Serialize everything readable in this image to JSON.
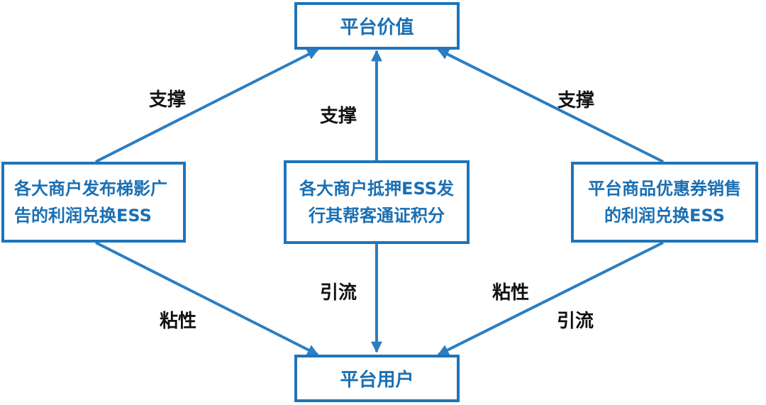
{
  "nodes": {
    "platform_value": "平台价值",
    "left_box": "各大商户发布梯影广告的利润兑换ESS",
    "middle_box": "各大商户抵押ESS发行其帮客通证积分",
    "right_box": "平台商品优惠券销售的利润兑换ESS",
    "platform_users": "平台用户"
  },
  "edge_labels": {
    "left_up": "支撑",
    "middle_up": "支撑",
    "right_up": "支撑",
    "left_down": "粘性",
    "middle_down": "引流",
    "right_down_1": "粘性",
    "right_down_2": "引流"
  },
  "colors": {
    "box_border": "#1f74ba",
    "box_text": "#1a6fb3",
    "arrow": "#2a7ec2",
    "label_text": "#111111"
  }
}
